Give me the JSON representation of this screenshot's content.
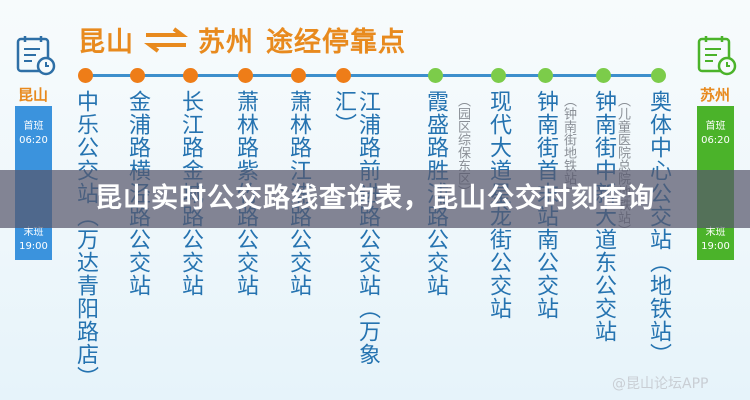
{
  "title": {
    "from": "昆山",
    "to": "苏州",
    "suffix": "途经停靠点",
    "arrows_icon": "swap-arrows-icon"
  },
  "left_terminal": {
    "city": "昆山",
    "first_label": "首班",
    "first_time": "06:20",
    "last_label": "末班",
    "last_time": "19:00",
    "color": "#3b93dd"
  },
  "right_terminal": {
    "city": "苏州",
    "first_label": "首班",
    "first_time": "06:20",
    "last_label": "末班",
    "last_time": "19:00",
    "color": "#4bb32a"
  },
  "colors": {
    "kunshan_dot": "#ee7d18",
    "suzhou_dot": "#7ccc4a",
    "line": "#3d8fcc",
    "station_text": "#2573b0"
  },
  "stops": [
    {
      "name": "中乐公交站（万达青阳路店）"
    },
    {
      "name": "金浦路横泾路公交站"
    },
    {
      "name": "长江路金城路公交站"
    },
    {
      "name": "萧林路紫竹路公交站"
    },
    {
      "name": "萧林路江浦路公交站"
    },
    {
      "name": "江浦路前进路公交站（万象汇）"
    },
    {
      "name": "霞盛路胜浦路公交站",
      "note": "（园区综保东区）"
    },
    {
      "name": "现代大道星龙街公交站"
    },
    {
      "name": "钟南街首末站南公交站",
      "note": "（钟南街地铁站）"
    },
    {
      "name": "钟南街中新大道东公交站",
      "note": "（儿童医院总院地铁站）"
    },
    {
      "name": "奥体中心公交站（地铁站）"
    }
  ],
  "banner": "昆山实时公交路线查询表，昆山公交时刻查询",
  "watermark": "@昆山论坛APP"
}
